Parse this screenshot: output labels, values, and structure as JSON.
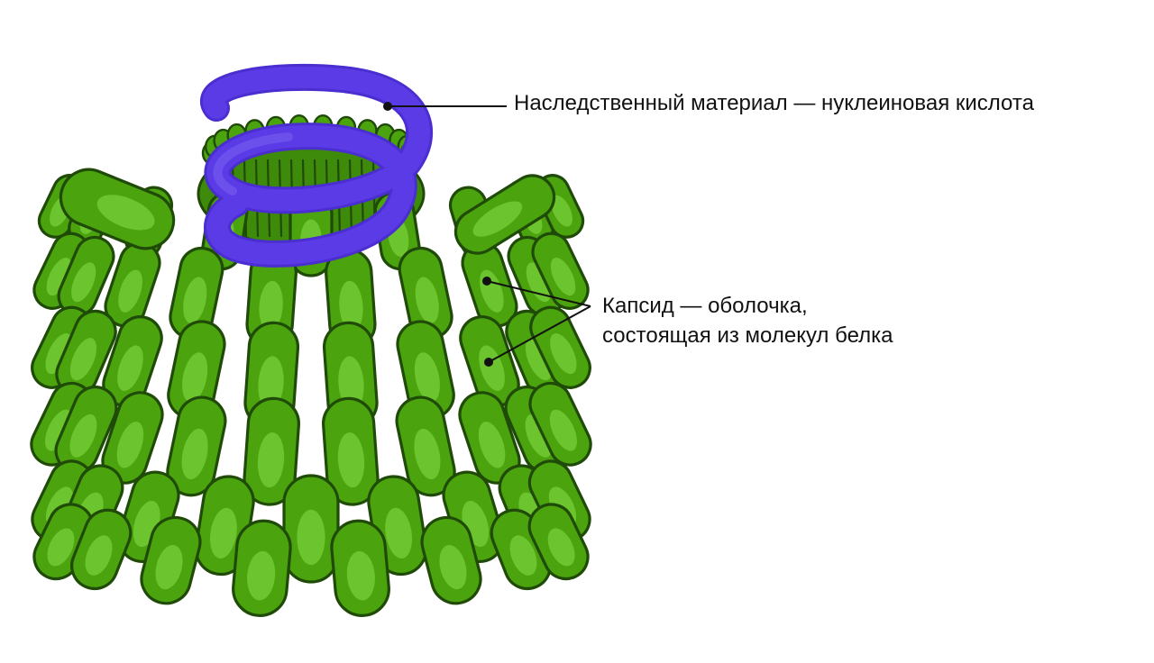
{
  "colors": {
    "capsid_fill": "#4ba30e",
    "capsid_highlight": "#6cc52e",
    "capsid_outline": "#1f4a07",
    "nucleic_acid": "#5b3be6",
    "nucleic_acid_dark": "#4a2ed0",
    "leader_line": "#111111",
    "text": "#111111",
    "background": "#ffffff"
  },
  "labels": {
    "nucleic_acid": "Наследственный материал — нуклеиновая кислота",
    "capsid_line1": "Капсид — оболочка,",
    "capsid_line2": "состоящая из молекул белка"
  }
}
